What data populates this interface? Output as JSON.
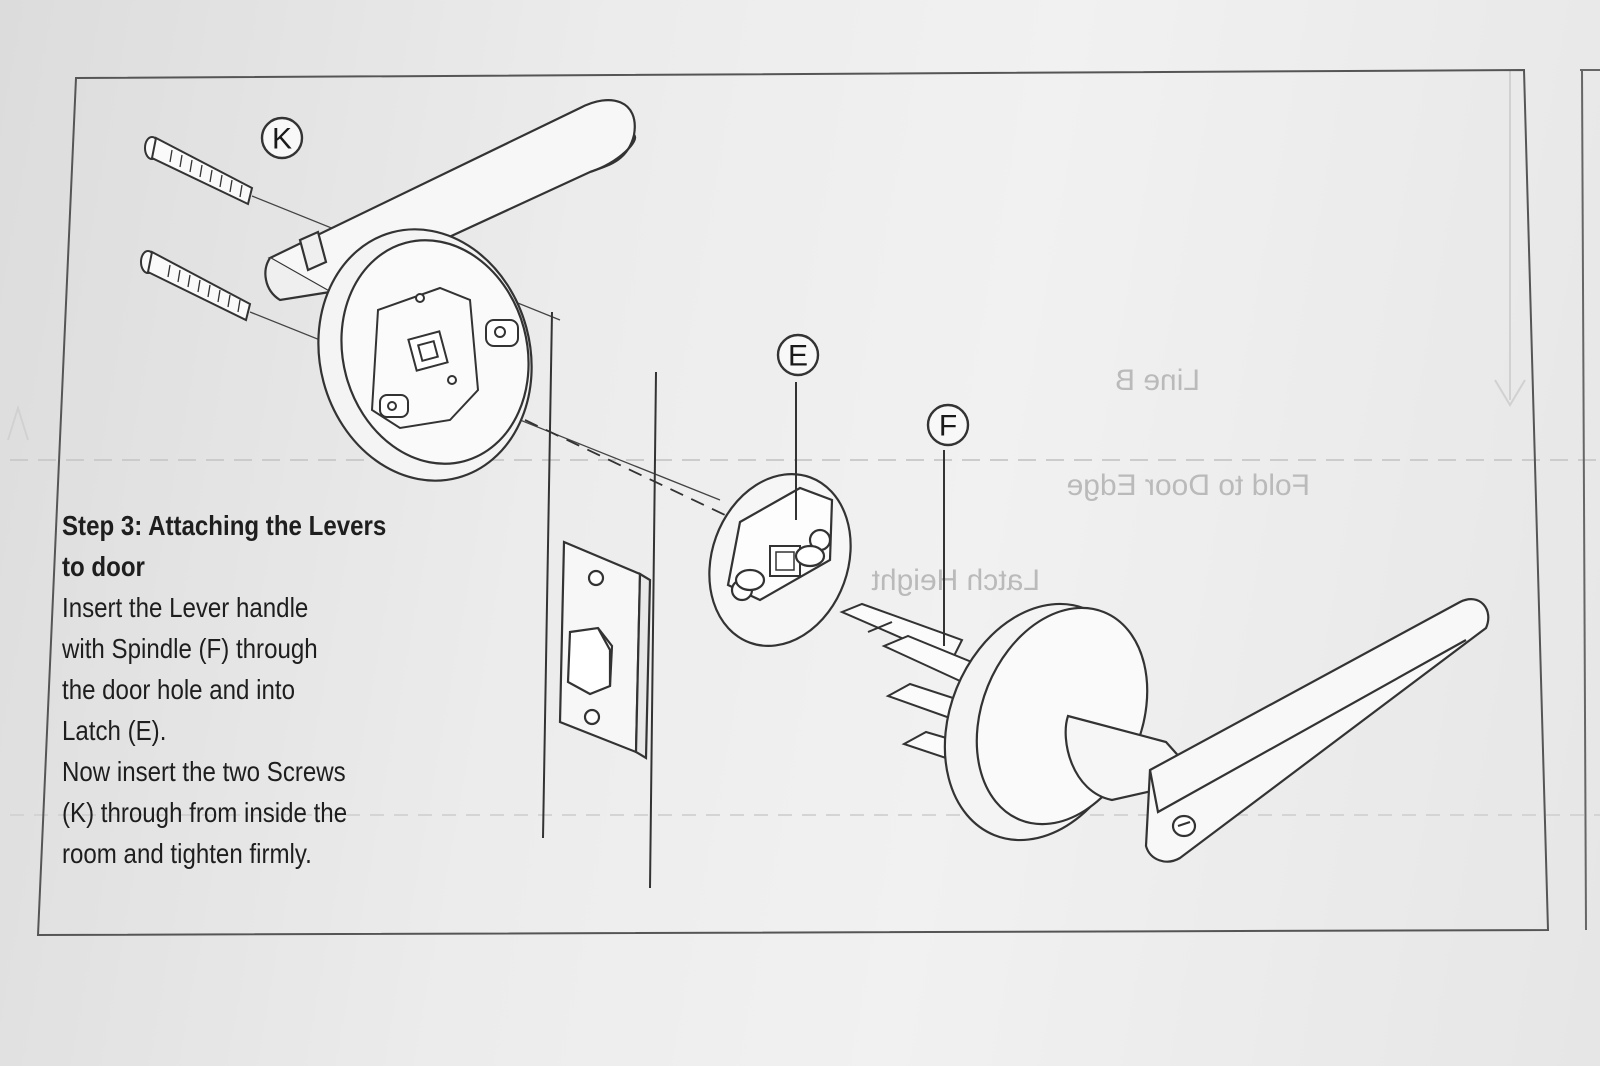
{
  "callouts": {
    "screws": "K",
    "latch": "E",
    "spindle": "F"
  },
  "step": {
    "title": "Step 3: Attaching the Levers to door",
    "lines": [
      "Insert the Lever handle",
      "with Spindle (F) through",
      "the door hole and into",
      "Latch (E).",
      "Now insert the two Screws",
      "(K) through from inside the",
      "room and tighten firmly."
    ]
  },
  "show_through": {
    "line_label": "Line B",
    "fold_label": "Fold to Door Edge",
    "latch_label": "Latch Height"
  }
}
